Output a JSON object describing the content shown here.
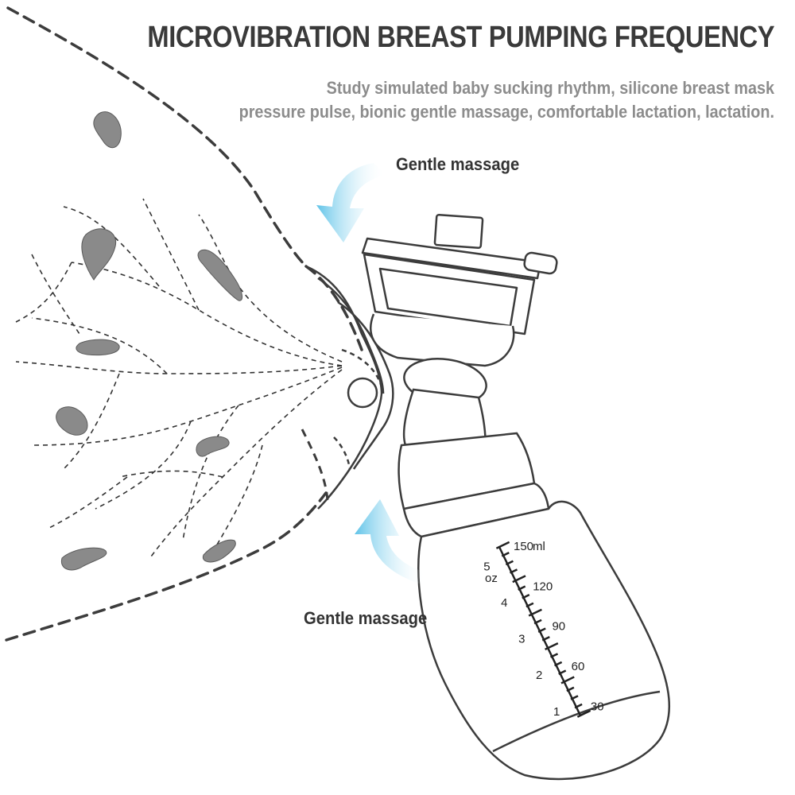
{
  "headline": "MICROVIBRATION BREAST PUMPING FREQUENCY",
  "subtext": {
    "line1": "Study simulated baby sucking rhythm, silicone breast mask",
    "line2": "pressure pulse, bionic gentle massage, comfortable lactation, lactation."
  },
  "callouts": {
    "top": "Gentle massage",
    "bottom": "Gentle massage"
  },
  "bottle_scale": {
    "ml_unit": "ml",
    "oz_unit": "oz",
    "ml_labels": [
      "150",
      "120",
      "90",
      "60",
      "30"
    ],
    "oz_labels": [
      "5",
      "4",
      "3",
      "2",
      "1"
    ]
  },
  "colors": {
    "headline": "#3a3a3a",
    "subtext": "#8c8c8c",
    "arrow": "#7fd3ee",
    "glands": "#8a8a8a",
    "outline": "#3c3c3c"
  }
}
